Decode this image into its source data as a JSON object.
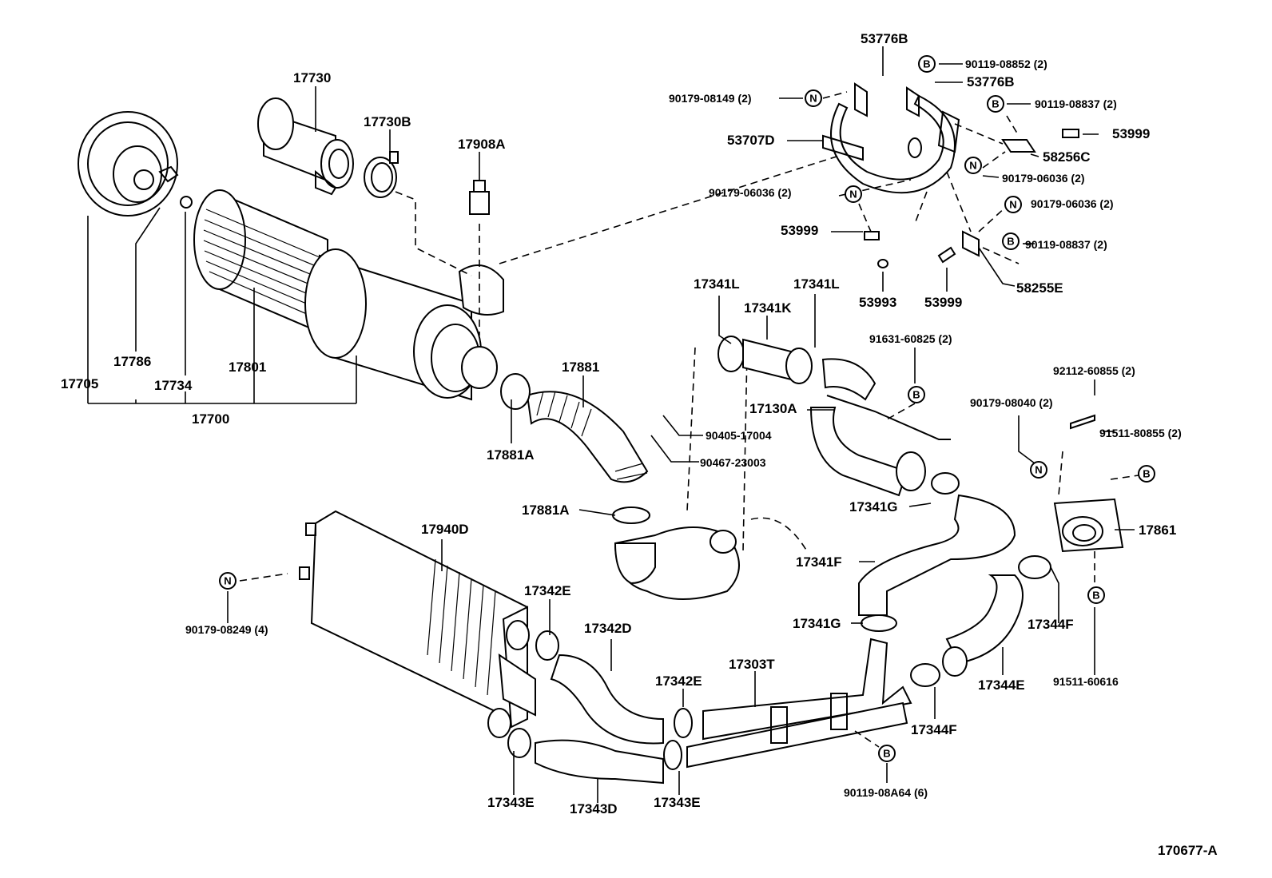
{
  "drawing_id": "170677-A",
  "parts": {
    "p17730": "17730",
    "p17730B": "17730B",
    "p17908A": "17908A",
    "p53776B_a": "53776B",
    "p53776B_b": "53776B",
    "p90119_08852": "90119-08852 (2)",
    "p90179_08149": "90179-08149 (2)",
    "p90119_08837_a": "90119-08837 (2)",
    "p53999_a": "53999",
    "p53707D": "53707D",
    "p58256C": "58256C",
    "p90179_06036_a": "90179-06036 (2)",
    "p90179_06036_b": "90179-06036 (2)",
    "p90179_06036_c": "90179-06036 (2)",
    "p53999_b": "53999",
    "p90119_08837_b": "90119-08837 (2)",
    "p53993": "53993",
    "p53999_c": "53999",
    "p58255E": "58255E",
    "p17341L_a": "17341L",
    "p17341L_b": "17341L",
    "p17341K": "17341K",
    "p91631_60825": "91631-60825 (2)",
    "p17786": "17786",
    "p17801": "17801",
    "p17705": "17705",
    "p17734": "17734",
    "p17700": "17700",
    "p17881": "17881",
    "p17130A": "17130A",
    "p92112_60855": "92112-60855 (2)",
    "p90179_08040": "90179-08040 (2)",
    "p90405_17004": "90405-17004",
    "p91511_80855": "91511-80855 (2)",
    "p17881A_a": "17881A",
    "p90467_23003": "90467-23003",
    "p17881A_b": "17881A",
    "p17341G_a": "17341G",
    "p17861": "17861",
    "p17940D": "17940D",
    "p17341F": "17341F",
    "p90179_08249": "90179-08249 (4)",
    "p17342E_a": "17342E",
    "p17344F_a": "17344F",
    "p17341G_b": "17341G",
    "p17342D": "17342D",
    "p17303T": "17303T",
    "p17342E_b": "17342E",
    "p91511_60616": "91511-60616",
    "p17344E": "17344E",
    "p17344F_b": "17344F",
    "p90119_08A64": "90119-08A64 (6)",
    "p17343E_a": "17343E",
    "p17343D": "17343D",
    "p17343E_b": "17343E"
  },
  "markers": {
    "bolt": "B",
    "nut": "N"
  }
}
